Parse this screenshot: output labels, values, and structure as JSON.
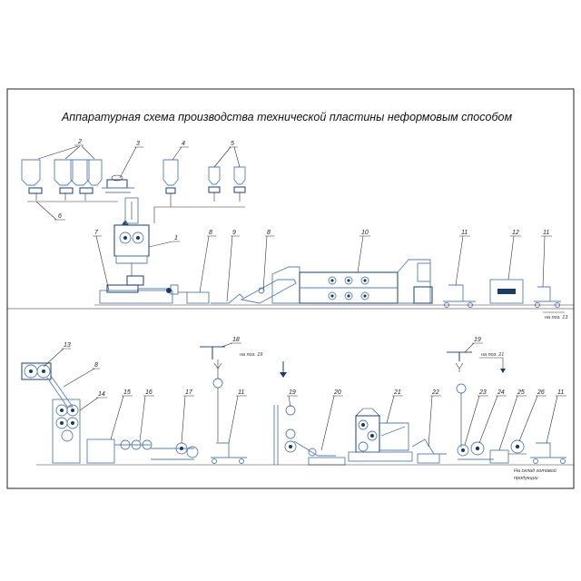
{
  "title": "Аппаратурная схема производства технической пластины неформовым способом",
  "top_row": {
    "labels": [
      "2",
      "3",
      "4",
      "5",
      "6",
      "7",
      "1",
      "8",
      "9",
      "8",
      "10",
      "11",
      "12",
      "11"
    ],
    "notes": [
      "на поз. 13"
    ]
  },
  "bottom_row": {
    "labels": [
      "13",
      "8",
      "14",
      "15",
      "16",
      "17",
      "18",
      "11",
      "19",
      "20",
      "21",
      "22",
      "19",
      "23",
      "24",
      "25",
      "26",
      "11"
    ],
    "notes": [
      "на поз. 19",
      "на поз. 21",
      "На склад готовой",
      "продукции"
    ]
  }
}
